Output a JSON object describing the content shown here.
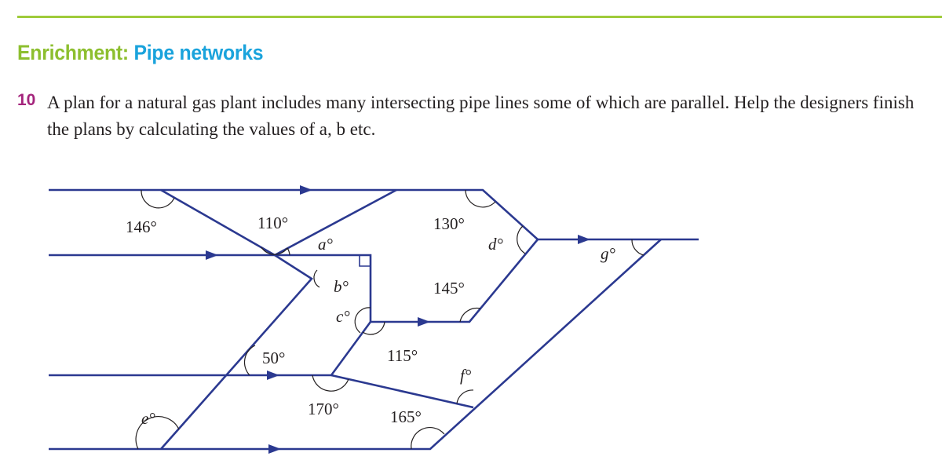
{
  "header": {
    "title_prefix": "Enrichment:",
    "title_topic": "Pipe networks"
  },
  "question": {
    "number": "10",
    "text": "A plan for a natural gas plant includes many intersecting pipe lines some of which are parallel. Help the designers finish the plans by calculating the values of a, b etc."
  },
  "diagram": {
    "labels": {
      "angle_146": "146°",
      "angle_110": "110°",
      "angle_130": "130°",
      "angle_145": "145°",
      "angle_50": "50°",
      "angle_115": "115°",
      "angle_170": "170°",
      "angle_165": "165°",
      "var_a": "a°",
      "var_b": "b°",
      "var_c": "c°",
      "var_d": "d°",
      "var_e": "e°",
      "var_f": "f°",
      "var_g": "g°"
    },
    "colors": {
      "pipe": "#2b3990",
      "arc": "#231f20"
    }
  }
}
